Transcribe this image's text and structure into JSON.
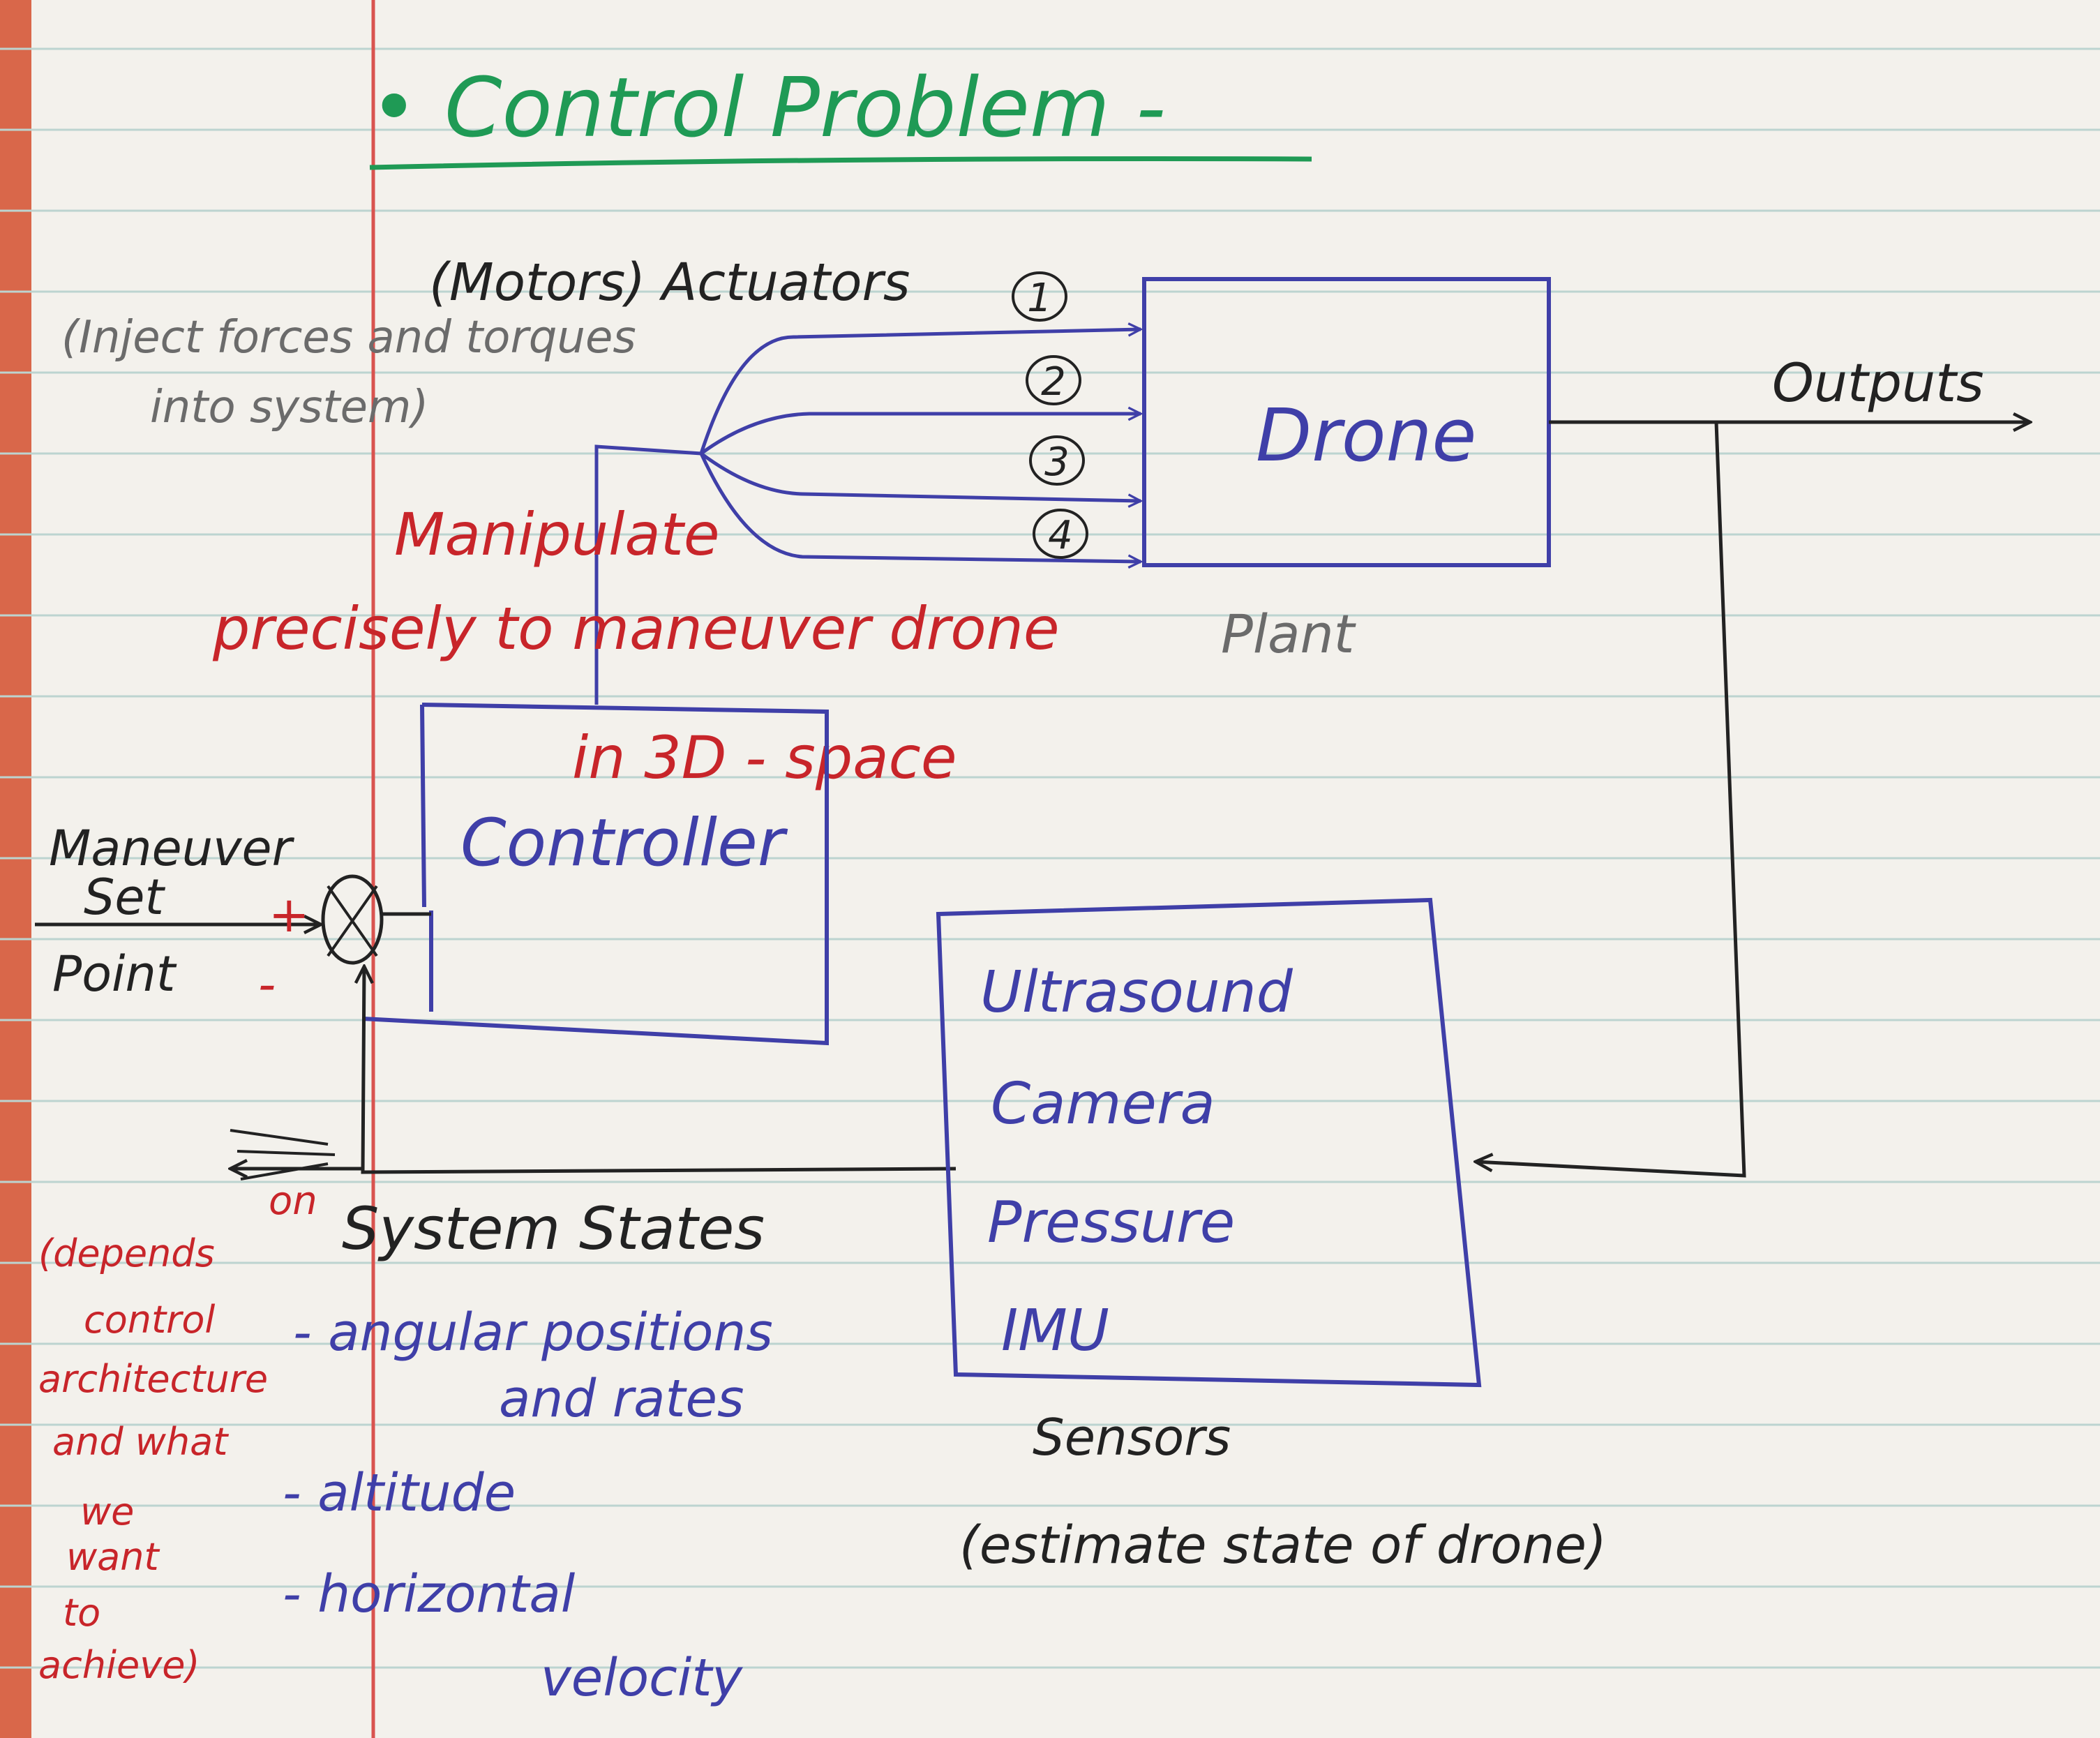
{
  "title": "• Control Problem -",
  "actuators": {
    "label": "(Motors) Actuators",
    "note_line1": "(Inject forces and torques",
    "note_line2": "into system)",
    "channels": [
      "1",
      "2",
      "3",
      "4"
    ]
  },
  "plant": {
    "block": "Drone",
    "label": "Plant"
  },
  "outputs_label": "Outputs",
  "manipulate_note": {
    "line1": "Manipulate",
    "line2": "precisely to maneuver drone",
    "line3": "in 3D - space"
  },
  "controller": {
    "block": "Controller"
  },
  "setpoint": {
    "line1": "Maneuver",
    "line2": "Set",
    "line3": "Point",
    "plus": "+",
    "minus": "-"
  },
  "sensors": {
    "items": [
      "Ultrasound",
      "Camera",
      "Pressure",
      "IMU"
    ],
    "label": "Sensors",
    "note": "(estimate state of drone)"
  },
  "system_states": {
    "on": "on",
    "label": "System States",
    "items": [
      "- angular positions",
      "and rates",
      "- altitude",
      "- horizontal",
      "velocity"
    ]
  },
  "depends_note": [
    "(depends",
    "control",
    "architecture",
    "and what",
    "we",
    "want",
    "to",
    "achieve)"
  ],
  "colors": {
    "blue_ink": "#3f3fa8",
    "black_ink": "#222222",
    "red_ink": "#c8252a",
    "green_ink": "#1f9a55",
    "margin_line": "#d9534f",
    "rule_line": "#bcd4d0"
  }
}
